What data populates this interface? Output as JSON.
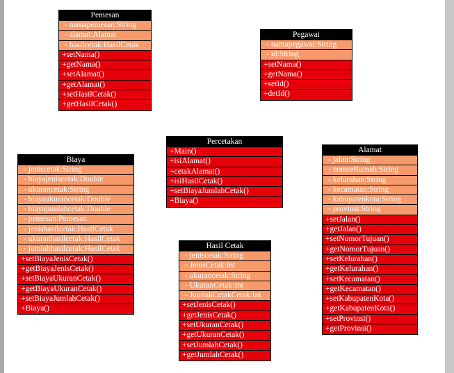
{
  "classes": {
    "pemesan": {
      "name": "Pemesan",
      "attributes": [
        "- namapemesan:String",
        "- alamat:Alamat",
        "- hasilcetak:HasilCetak"
      ],
      "methods": [
        "+setNama()",
        "+getNama()",
        "+setAlamat()",
        "+getAlamat()",
        "+setHasilCetak()",
        "+getHasilCetak()"
      ]
    },
    "pegawai": {
      "name": "Pegawai",
      "attributes": [
        "- namapegawai:String",
        "- id:String"
      ],
      "methods": [
        "+setNama()",
        "+getNama()",
        "+setId()",
        "+detId()"
      ]
    },
    "percetakan": {
      "name": "Percetakan",
      "attributes": [],
      "methods": [
        "+Main()",
        "+isiAlamat()",
        "+cetakAlamat()",
        "+isiHasilCetak()",
        "+setBiayaJumlahCetak()",
        "+Biaya()"
      ]
    },
    "biaya": {
      "name": "Biaya",
      "attributes": [
        "- jeniscetak:String",
        "- biayajeniscetak:Double",
        "- ukurancetak:String",
        "- biayaukurancetak:Double",
        "- biayajumlahcetak:Double",
        "- pemesan:Pemesan",
        "- jenishasilcetak:HasilCetak",
        "- ukuranhasilcetak:HasilCetak",
        "- jumlahhasilcetak:HasilCetak"
      ],
      "methods": [
        "+setBiayaJenisCetak()",
        "+getBiayaJenisCetak()",
        "+setBiayaUkuranCetak()",
        "+getBiayaUkuranCetak()",
        "+setBiayaJumlahCetak()",
        "+Biaya()"
      ]
    },
    "hasilcetak": {
      "name": "Hasil Cetak",
      "attributes": [
        "- jeniscetak:String",
        "- JenisCetak:Int",
        "- ukurancetak:String",
        "- UkuranCetak:Int",
        "- JumlahCetakCetak:Int"
      ],
      "methods": [
        "+setJenisCetak()",
        "+getJenisCetak()",
        "+setUkuranCetak()",
        "+getUkuranCetak()",
        "+setJumlahCetak()",
        "+getJumlahCetak()"
      ]
    },
    "alamat": {
      "name": "Alamat",
      "attributes": [
        "- jalan:String",
        "- nomorRumah:String",
        "- kelurahan:String",
        "- kecamatan:String",
        "- kabupatenkota:String",
        "- provinsi:String"
      ],
      "methods": [
        "+setJalan()",
        "+getJalan()",
        "+setNomorTujuan()",
        "+getNomorTujuan()",
        "+setKelurahan()",
        "+getKelurahan()",
        "+setKecamatan()",
        "+getKecamatan()",
        "+setKabupatenKota()",
        "+getKabupatenKota()",
        "+setProvinsi()",
        "+getProvinsi()"
      ]
    }
  }
}
